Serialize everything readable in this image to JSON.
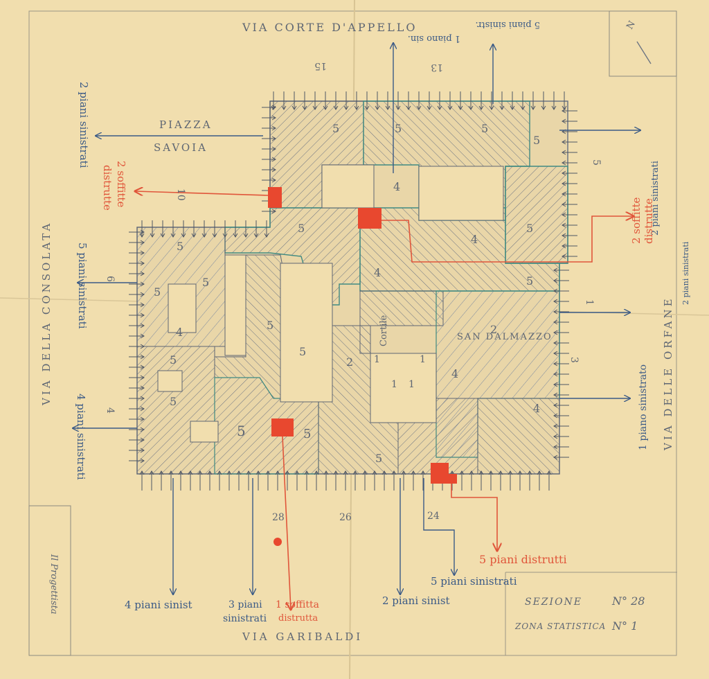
{
  "streets": {
    "top": "VIA CORTE D'APPELLO",
    "left": "VIA DELLA CONSOLATA",
    "right": "VIA DELLE ORFANE",
    "bottom": "VIA GARIBALDI",
    "piazza_line1": "PIAZZA",
    "piazza_line2": "SAVOIA"
  },
  "courtyard_labels": {
    "cortile": "Cortile",
    "san_dalmazzo": "SAN DALMAZZO"
  },
  "damage_labels": {
    "top_a": "1 piano sin.",
    "top_b": "5 piani sinistr.",
    "left_top": "2 piani sinistrati",
    "left_mid": "5 piani sinistrati",
    "left_bottom": "4 piani sinistrati",
    "left_red_line1": "2 soffitte",
    "left_red_line2": "distrutte",
    "right_red_line1": "2 soffitte",
    "right_red_line2": "distrutte",
    "right_blue": "2 piani sinistrati",
    "right_lower": "1 piano sinistrato",
    "right_small": "2 piani sinistrati",
    "bottom_1": "4 piani sinist",
    "bottom_2a": "3 piani",
    "bottom_2b": "sinistrati",
    "bottom_red_a": "1 soffitta",
    "bottom_red_b": "distrutta",
    "bottom_3": "2 piani sinist",
    "bottom_4": "5 piani sinistrati",
    "bottom_red_5": "5 piani distrutti"
  },
  "civic_numbers": {
    "top_15": "15",
    "top_13": "13",
    "right_5": "5",
    "right_3": "3",
    "right_1": "1",
    "left_10": "10",
    "left_6": "6",
    "left_4": "4",
    "bottom_28": "28",
    "bottom_26": "26",
    "bottom_24": "24"
  },
  "floor_counts": [
    "5",
    "5",
    "5",
    "5",
    "4",
    "5",
    "5",
    "4",
    "5",
    "5",
    "5",
    "4",
    "5",
    "5",
    "5",
    "5",
    "5",
    "4",
    "4",
    "4",
    "1",
    "1",
    "1",
    "1",
    "2",
    "2",
    "5",
    "5",
    "5"
  ],
  "stamp": {
    "sezione_label": "SEZIONE",
    "sezione_value": "N° 28",
    "zona_label": "ZONA STATISTICA",
    "zona_value": "N° 1"
  },
  "margin_note": "Il Progettista",
  "north_label": "N",
  "colors": {
    "paper": "#f1deae",
    "pencil_gray": "#5e6673",
    "pencil_blue": "#3b5a86",
    "pencil_green": "#3f8a82",
    "red": "#e0553a"
  }
}
